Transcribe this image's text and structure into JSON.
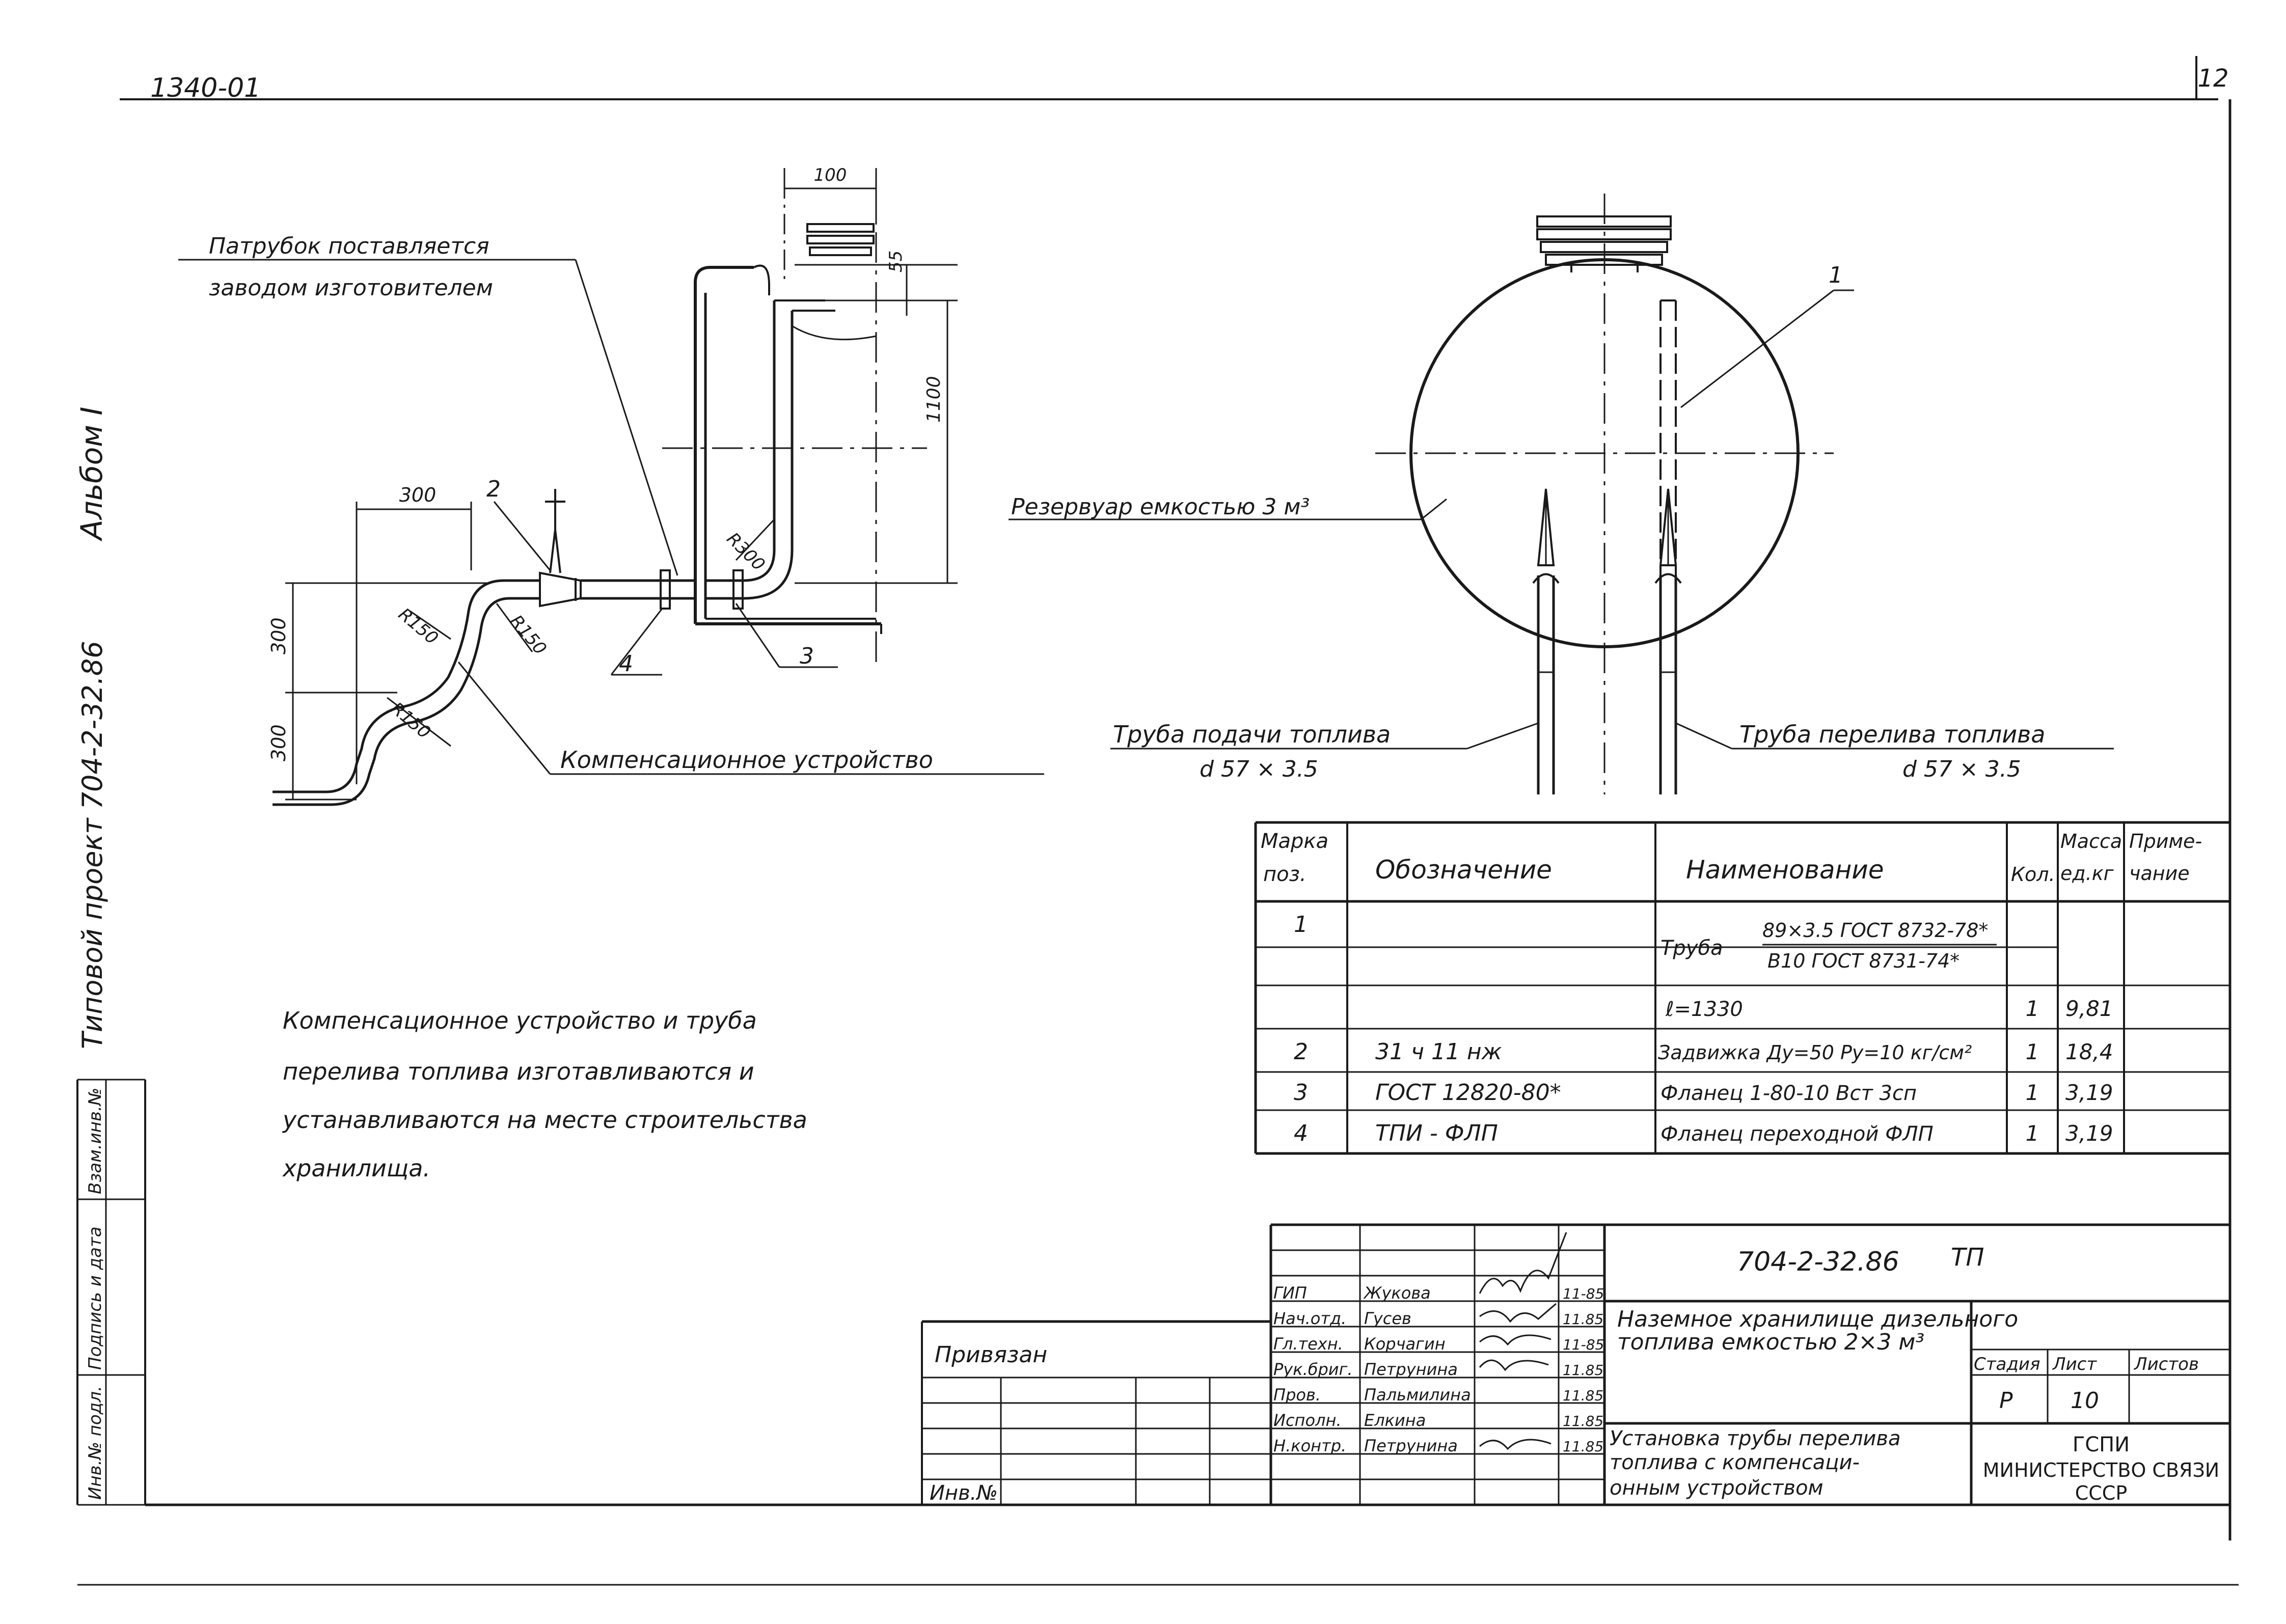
{
  "header": {
    "doc_code": "1340-01",
    "sheet_num": "12",
    "album": "Альбом I",
    "project": "Типовой проект 704-2-32.86"
  },
  "left_strip": {
    "inv_original": "Инв.№ подл.",
    "sign_date": "Подпись и дата",
    "replace_inv": "Взам.инв.№"
  },
  "drawing_left": {
    "note_nozzle": [
      "Патрубок поставляется",
      "заводом изготовителем"
    ],
    "compensator": "Компенсационное устройство",
    "dims": {
      "d100": "100",
      "d55": "55",
      "d1100": "1100",
      "d300_top": "300",
      "d300_v1": "300",
      "d300_v2": "300",
      "r300": "R300",
      "r150a": "R150",
      "r150b": "R150",
      "r150c": "R150"
    },
    "pos": {
      "p2": "2",
      "p3": "3",
      "p4": "4"
    }
  },
  "drawing_right": {
    "tank": "Резервуар емкостью 3 м³",
    "pos1": "1",
    "supply_pipe": "Труба подачи топлива",
    "supply_dim": "d 57 × 3.5",
    "overflow_pipe": "Труба перелива топлива",
    "overflow_dim": "d 57 × 3.5"
  },
  "note": [
    "Компенсационное устройство и труба",
    "перелива топлива изготавливаются и",
    "устанавливаются на месте строительства",
    "хранилища."
  ],
  "spec": {
    "headers": {
      "mark": [
        "Марка",
        "поз."
      ],
      "designation": "Обозначение",
      "name": "Наименование",
      "qty": "Кол.",
      "mass": [
        "Масса",
        "ед.кг"
      ],
      "note": [
        "Приме-",
        "чание"
      ]
    },
    "rows": [
      {
        "pos": "1",
        "designation": "",
        "name_main": "Труба",
        "name_num": "89×3.5 ГОСТ 8732-78*",
        "name_den": "В10 ГОСТ 8731-74*",
        "qty": "",
        "mass": "",
        "note": ""
      },
      {
        "pos": "",
        "designation": "",
        "name": "ℓ=1330",
        "qty": "1",
        "mass": "9,81",
        "note": ""
      },
      {
        "pos": "2",
        "designation": "31 ч 11 нж",
        "name": "Задвижка Ду=50 Ру=10 кг/см²",
        "qty": "1",
        "mass": "18,4",
        "note": ""
      },
      {
        "pos": "3",
        "designation": "ГОСТ 12820-80*",
        "name": "Фланец 1-80-10 Вст 3сп",
        "qty": "1",
        "mass": "3,19",
        "note": ""
      },
      {
        "pos": "4",
        "designation": "ТПИ - ФЛП",
        "name": "Фланец переходной ФЛП",
        "qty": "1",
        "mass": "3,19",
        "note": ""
      }
    ]
  },
  "title_block": {
    "code": "704-2-32.86",
    "tp": "ТП",
    "object": [
      "Наземное хранилище дизельного",
      "топлива емкостью 2×3 м³"
    ],
    "sheet_title": [
      "Установка трубы перелива",
      "топлива с компенсаци-",
      "онным устройством"
    ],
    "stage_h": "Стадия",
    "sheet_h": "Лист",
    "sheets_h": "Листов",
    "stage": "Р",
    "sheet": "10",
    "sheets": "",
    "org": [
      "ГСПИ",
      "МИНИСТЕРСТВО СВЯЗИ",
      "СССР"
    ],
    "roles": [
      "ГИП",
      "Нач.отд.",
      "Гл.техн.",
      "Рук.бриг.",
      "Пров.",
      "Исполн.",
      "Н.контр."
    ],
    "names": [
      "Жукова",
      "Гусев",
      "Корчагин",
      "Петрунина",
      "Пальмилина",
      "Елкина",
      "Петрунина"
    ],
    "dates": [
      "11-85",
      "11.85",
      "11-85",
      "11.85",
      "11.85",
      "11.85",
      "11.85"
    ],
    "tied": "Привязан",
    "inv": "Инв.№"
  }
}
